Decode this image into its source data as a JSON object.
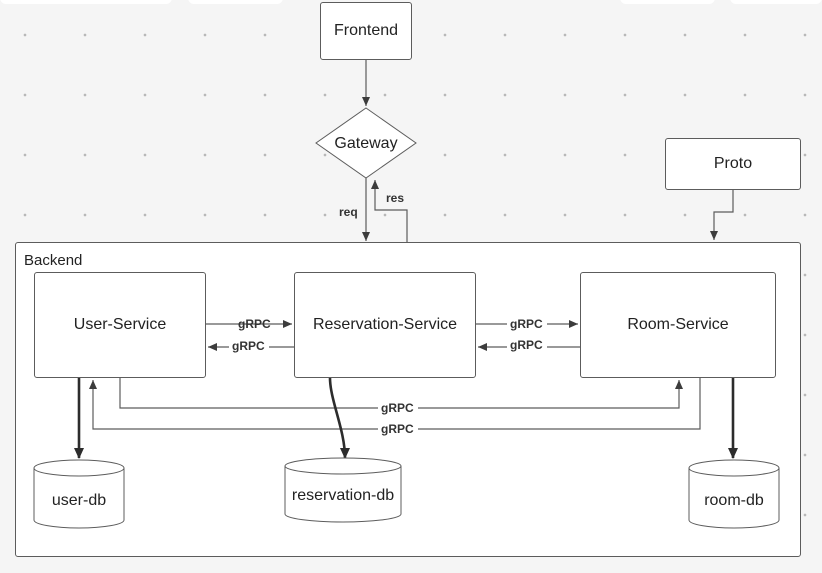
{
  "nodes": {
    "frontend": "Frontend",
    "gateway": "Gateway",
    "proto": "Proto",
    "backend": "Backend",
    "user_service": "User-Service",
    "reservation_service": "Reservation-Service",
    "room_service": "Room-Service",
    "user_db": "user-db",
    "reservation_db": "reservation-db",
    "room_db": "room-db"
  },
  "edges": {
    "req": "req",
    "res": "res",
    "grpc": "gRPC"
  },
  "colors": {
    "line": "#5c5c5c",
    "background": "#f5f5f5",
    "shape_fill": "#ffffff"
  }
}
